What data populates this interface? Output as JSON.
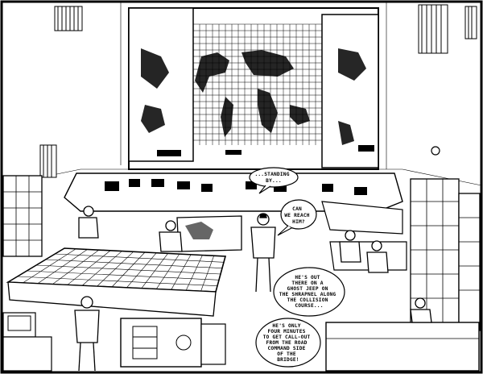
{
  "bubbles": {
    "b1": {
      "lines": [
        "...STANDING",
        "BY..."
      ]
    },
    "b2": {
      "lines": [
        "CAN",
        "WE REACH",
        "HIM?"
      ]
    },
    "b3": {
      "lines": [
        "HE'S OUT",
        "THERE ON A",
        "GHOST JEEP ON",
        "THE SHRAPNEL ALONG",
        "THE COLLISION",
        "COURSE..."
      ]
    },
    "b4": {
      "lines": [
        "HE'S ONLY",
        "FOUR MINUTES",
        "TO GET CALL-OUT",
        "FROM THE ROAD",
        "COMMAND SIDE",
        "OF THE",
        "BRIDGE!"
      ]
    }
  },
  "colors": {
    "ink": "#000000",
    "paper": "#ffffff"
  }
}
